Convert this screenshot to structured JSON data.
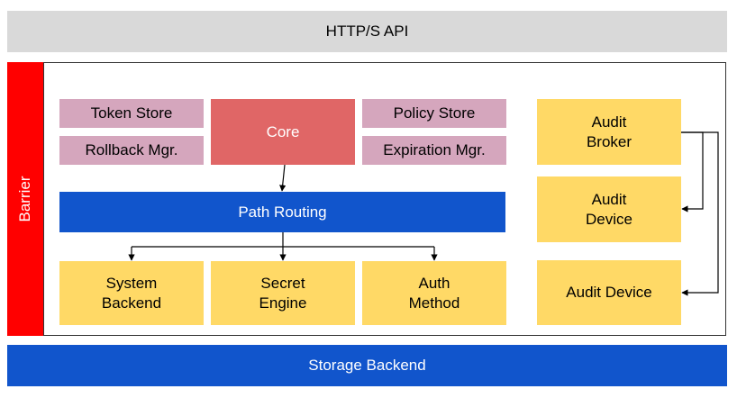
{
  "api": {
    "label": "HTTP/S API"
  },
  "barrier": {
    "label": "Barrier"
  },
  "left_stores": {
    "token_store": "Token Store",
    "rollback_mgr": "Rollback Mgr."
  },
  "right_stores": {
    "policy_store": "Policy Store",
    "expiration_mgr": "Expiration Mgr."
  },
  "core": {
    "label": "Core"
  },
  "routing": {
    "label": "Path Routing"
  },
  "backends": {
    "system": {
      "line1": "System",
      "line2": "Backend"
    },
    "secret": {
      "line1": "Secret",
      "line2": "Engine"
    },
    "auth": {
      "line1": "Auth",
      "line2": "Method"
    }
  },
  "audit": {
    "broker": {
      "line1": "Audit",
      "line2": "Broker"
    },
    "device1": {
      "line1": "Audit",
      "line2": "Device"
    },
    "device2": {
      "label": "Audit Device"
    }
  },
  "storage": {
    "label": "Storage Backend"
  },
  "colors": {
    "api": "#d9d9d9",
    "barrier": "#ff0000",
    "stores": "#d5a6bd",
    "core": "#e06666",
    "routing": "#1155cc",
    "component": "#ffd966",
    "storage": "#1155cc"
  }
}
